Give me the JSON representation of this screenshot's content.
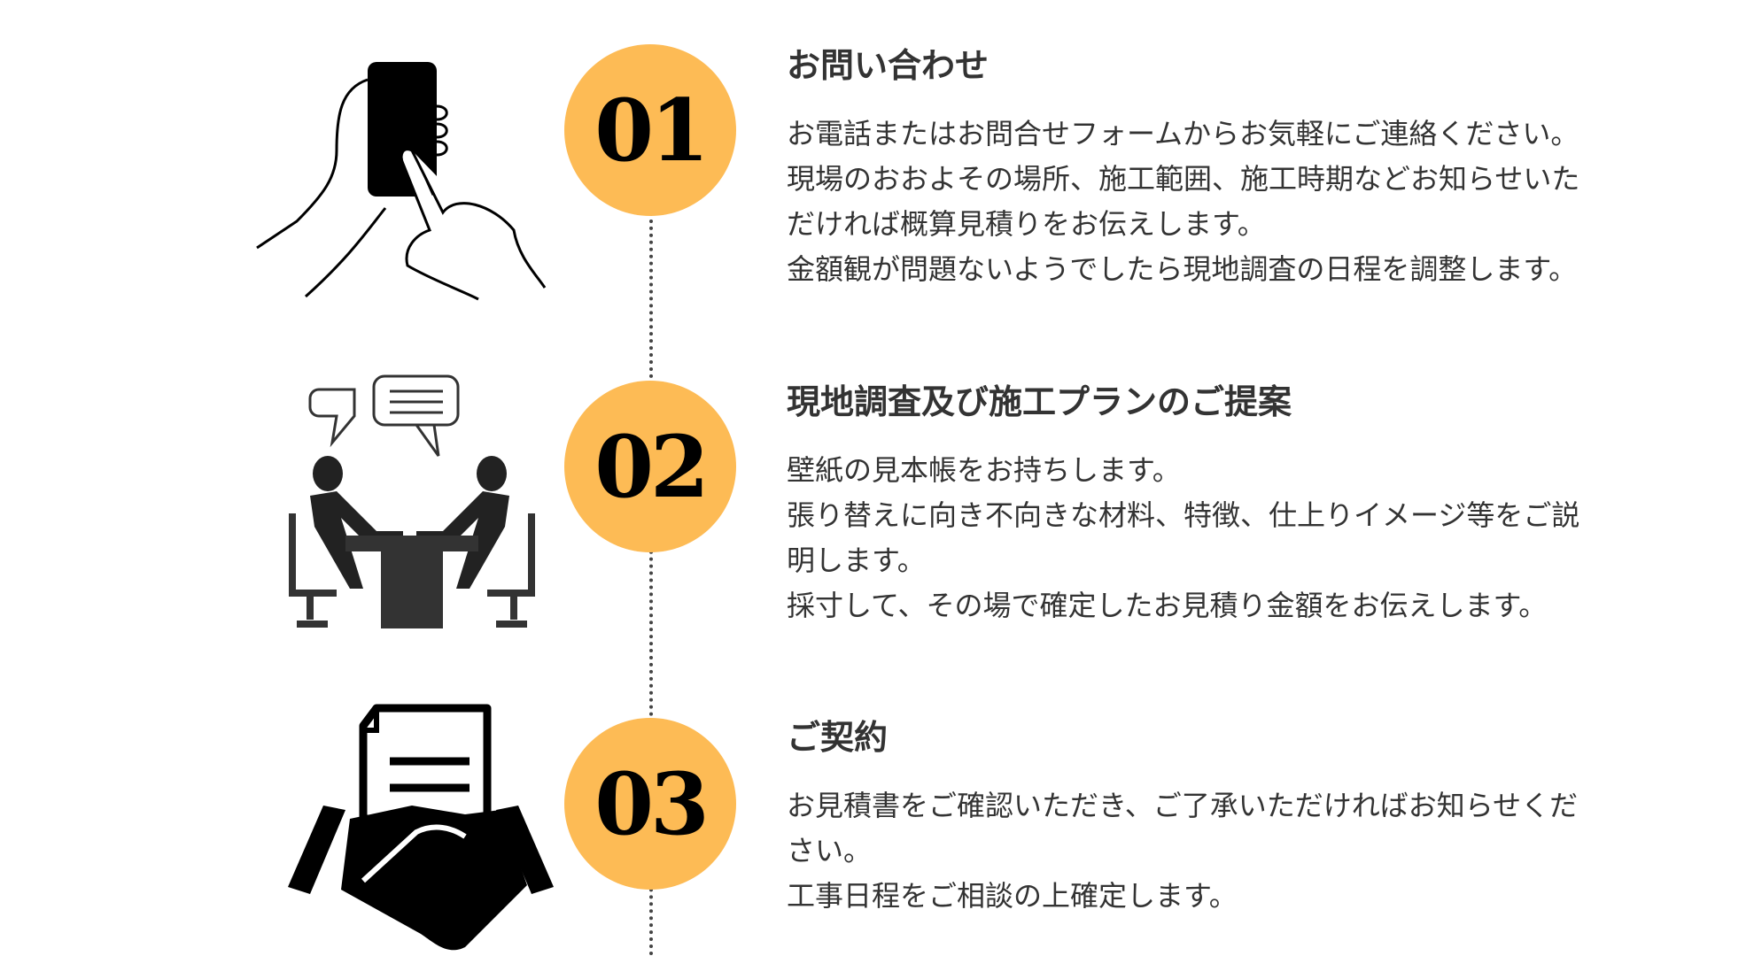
{
  "colors": {
    "accent": "#FDBB55",
    "text": "#333333"
  },
  "steps": [
    {
      "number": "01",
      "icon": "smartphone-hand-icon",
      "title": "お問い合わせ",
      "lines": [
        "お電話またはお問合せフォームからお気軽にご連絡ください。",
        "現場のおおよその場所、施工範囲、施工時期などお知らせいた",
        "だければ概算見積りをお伝えします。",
        "金額観が問題ないようでしたら現地調査の日程を調整します。"
      ]
    },
    {
      "number": "02",
      "icon": "meeting-icon",
      "title": "現地調査及び施工プランのご提案",
      "lines": [
        "壁紙の見本帳をお持ちします。",
        "張り替えに向き不向きな材料、特徴、仕上りイメージ等をご説",
        "明します。",
        "採寸して、その場で確定したお見積り金額をお伝えします。"
      ]
    },
    {
      "number": "03",
      "icon": "contract-handshake-icon",
      "title": "ご契約",
      "lines": [
        "お見積書をご確認いただき、ご了承いただければお知らせくだ",
        "さい。",
        "工事日程をご相談の上確定します。"
      ]
    }
  ]
}
